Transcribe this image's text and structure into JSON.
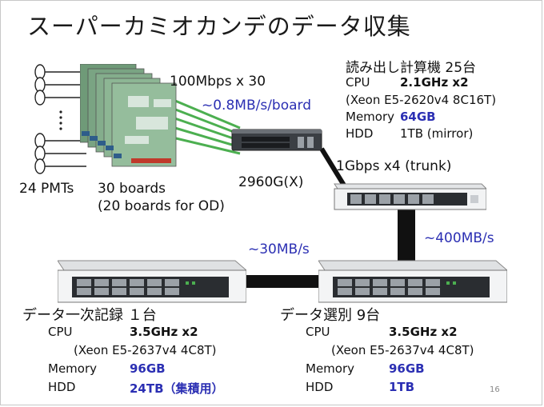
{
  "title": "スーパーカミオカンデのデータ収集",
  "pmts": {
    "label": "24 PMTs"
  },
  "boards": {
    "label_line1": "30 boards",
    "label_line2": "(20 boards for OD)"
  },
  "links": {
    "boards_to_switch": "100Mbps x 30",
    "per_board_rate": "~0.8MB/s/board",
    "switch_to_readout": "1Gbps x4 (trunk)",
    "readout_to_selection": "~400MB/s",
    "selection_to_recording": "~30MB/s"
  },
  "switch": {
    "label": "2960G(X)"
  },
  "readout": {
    "title": "読み出し計算機  25台",
    "cpu_label": "CPU",
    "cpu_value": "2.1GHz x2",
    "cpu_model": "(Xeon E5-2620v4  8C16T)",
    "memory_label": "Memory",
    "memory_value": "64GB",
    "hdd_label": "HDD",
    "hdd_value": "1TB (mirror)"
  },
  "recording": {
    "title": "データ一次記録  １台",
    "cpu_label": "CPU",
    "cpu_value": "3.5GHz x2",
    "cpu_model": "(Xeon E5-2637v4 4C8T)",
    "memory_label": "Memory",
    "memory_value": "96GB",
    "hdd_label": "HDD",
    "hdd_value": "24TB（集積用）"
  },
  "selection": {
    "title": "データ選別  9台",
    "cpu_label": "CPU",
    "cpu_value": "3.5GHz x2",
    "cpu_model": "(Xeon E5-2637v4 4C8T)",
    "memory_label": "Memory",
    "memory_value": "96GB",
    "hdd_label": "HDD",
    "hdd_value": "1TB"
  },
  "page_number": "16",
  "colors": {
    "link_green": "#4caf50",
    "accent_blue": "#2b2fb3",
    "cable_black": "#111111"
  }
}
